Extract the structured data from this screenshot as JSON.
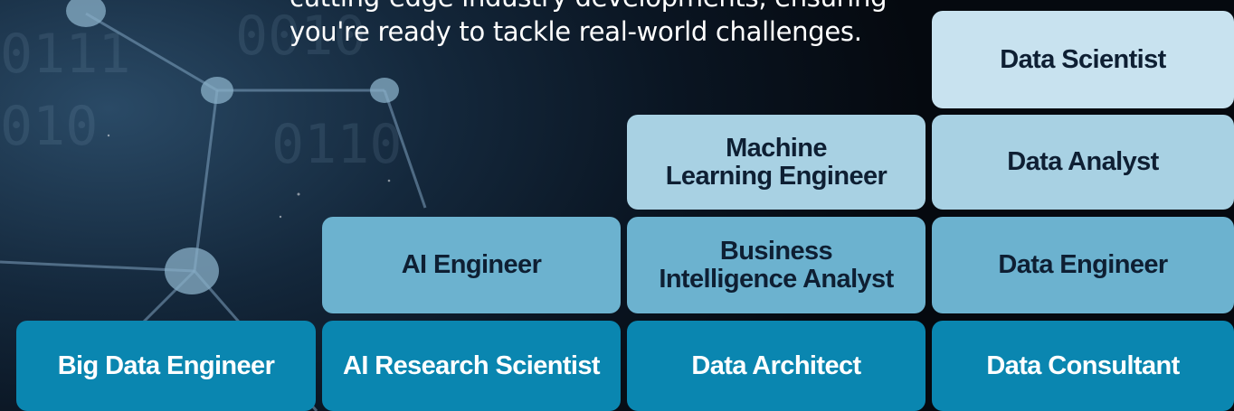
{
  "intro": {
    "line1": "cutting-edge industry developments, ensuring",
    "line2": "you're ready to tackle real-world challenges."
  },
  "careers": {
    "data_scientist": "Data Scientist",
    "machine_learning_engineer_1": "Machine",
    "machine_learning_engineer_2": "Learning Engineer",
    "data_analyst": "Data Analyst",
    "ai_engineer": "AI Engineer",
    "business_intelligence_analyst_1": "Business",
    "business_intelligence_analyst_2": "Intelligence Analyst",
    "data_engineer": "Data Engineer",
    "big_data_engineer": "Big Data Engineer",
    "ai_research_scientist": "AI Research Scientist",
    "data_architect": "Data Architect",
    "data_consultant": "Data Consultant"
  },
  "colors": {
    "tier_light": "#c8e2ef",
    "tier_light_mid": "#a8d1e3",
    "tier_mid": "#6cb2cf",
    "tier_dark": "#0a86b0",
    "box_text_dark": "#0e1f33",
    "box_text_light": "#ffffff",
    "background": "#0a1522"
  }
}
